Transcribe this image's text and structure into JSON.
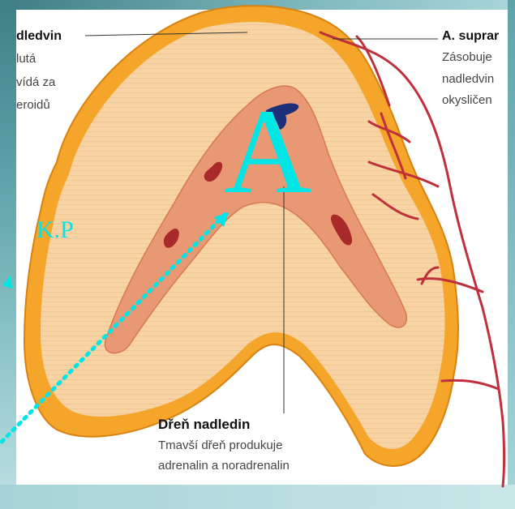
{
  "labels": {
    "left_title": "dledvin",
    "left_line1": "lutá",
    "left_line2": "vídá za",
    "left_line3": "eroidů",
    "right_title": "A. suprar",
    "right_line1": "Zásobuje",
    "right_line2": "nadledvin",
    "right_line3": "okysličen",
    "bottom_title": "Dřeň nadledin",
    "bottom_line1": "Tmavší dřeň produkuje",
    "bottom_line2": "adrenalin a noradrenalin"
  },
  "annotations": {
    "letter_a": "A",
    "kp": "K.P"
  },
  "colors": {
    "fat": "#f4a52a",
    "cortex": "#f8d3a3",
    "medulla": "#e89872",
    "artery": "#c0303c",
    "vein": "#1e2f7a",
    "annotation": "#00e6e6",
    "background": "#5ea3aa"
  }
}
